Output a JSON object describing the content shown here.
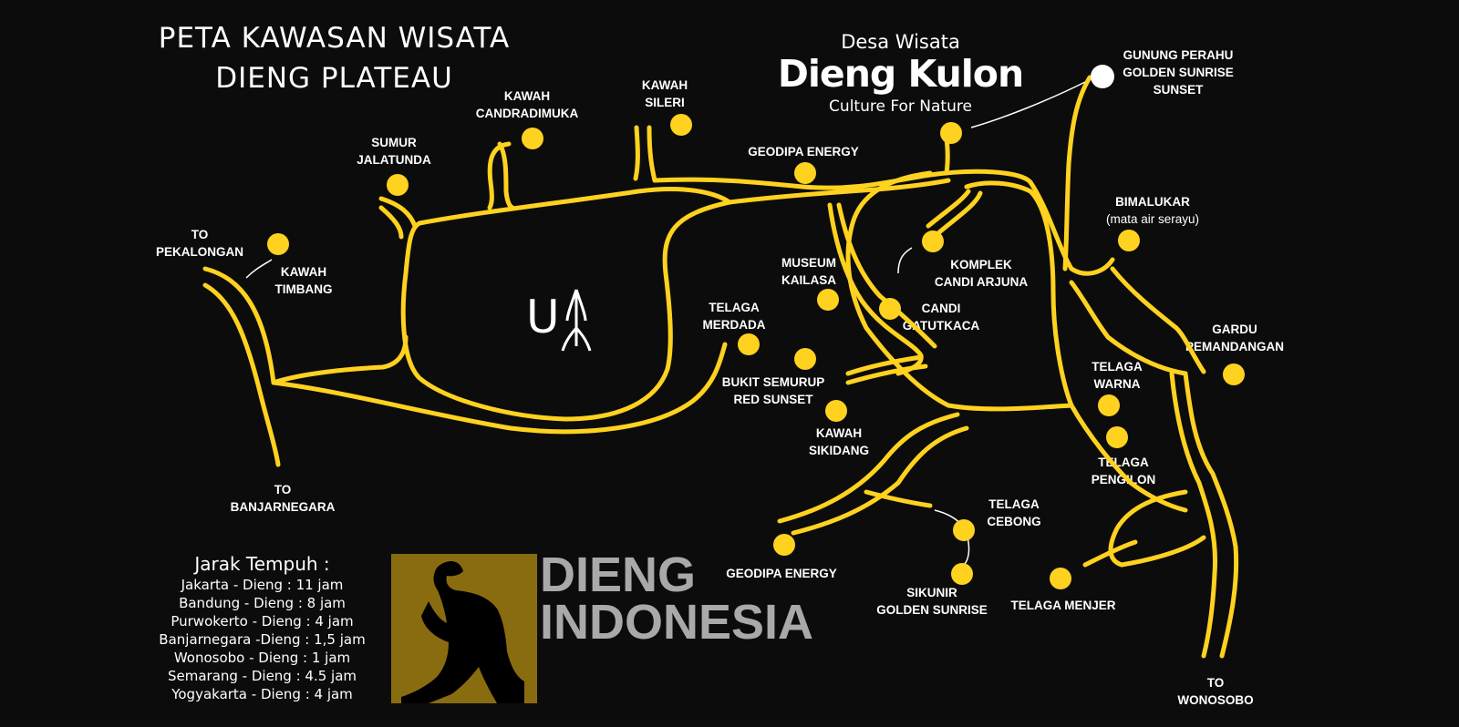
{
  "colors": {
    "background": "#0c0c0c",
    "road": "#ffd21f",
    "poi": "#ffd21f",
    "text": "#ffffff",
    "brand_box": "#8a6c10",
    "brand_text": "#a9a9a9"
  },
  "title": {
    "line1": "PETA KAWASAN WISATA",
    "line2": "DIENG PLATEAU"
  },
  "logo": {
    "top": "Desa Wisata",
    "main": "Dieng Kulon",
    "tagline": "Culture For Nature"
  },
  "compass": {
    "letter": "U",
    "icon": "north-arrow-icon"
  },
  "places": {
    "gunung_perahu": "GUNUNG PERAHU\nGOLDEN SUNRISE\nSUNSET",
    "kawah_candradimuka": "KAWAH\nCANDRADIMUKA",
    "kawah_sileri": "KAWAH\nSILERI",
    "sumur_jalatunda": "SUMUR\nJALATUNDA",
    "geodipa_energy_north": "GEODIPA ENERGY",
    "to_pekalongan": "TO\nPEKALONGAN",
    "kawah_timbang": "KAWAH\nTIMBANG",
    "bimalukar": "BIMALUKAR",
    "bimalukar_sub": "(mata air serayu)",
    "komplek_candi_arjuna": "KOMPLEK\nCANDI ARJUNA",
    "museum_kailasa": "MUSEUM\nKAILASA",
    "candi_gatutkaca": "CANDI\nGATUTKACA",
    "telaga_merdada": "TELAGA\nMERDADA",
    "gardu_pemandangan": "GARDU\nPEMANDANGAN",
    "telaga_warna": "TELAGA\nWARNA",
    "bukit_semurup": "BUKIT SEMURUP\nRED SUNSET",
    "kawah_sikidang": "KAWAH\nSIKIDANG",
    "telaga_pengilon": "TELAGA\nPENGILON",
    "to_banjarnegara": "TO\nBANJARNEGARA",
    "telaga_cebong": "TELAGA\nCEBONG",
    "geodipa_energy_south": "GEODIPA ENERGY",
    "sikunir": "SIKUNIR\nGOLDEN SUNRISE",
    "telaga_menjer": "TELAGA MENJER",
    "to_wonosobo": "TO\nWONOSOBO"
  },
  "travel_time": {
    "title": "Jarak Tempuh :",
    "items": [
      "Jakarta - Dieng : 11 jam",
      "Bandung - Dieng : 8 jam",
      "Purwokerto - Dieng : 4 jam",
      "Banjarnegara -Dieng : 1,5 jam",
      "Wonosobo - Dieng : 1 jam",
      "Semarang - Dieng : 4.5 jam",
      "Yogyakarta - Dieng : 4 jam"
    ]
  },
  "brand": {
    "line1": "DIENG",
    "line2": "INDONESIA",
    "icon": "hiker-silhouette-icon"
  }
}
